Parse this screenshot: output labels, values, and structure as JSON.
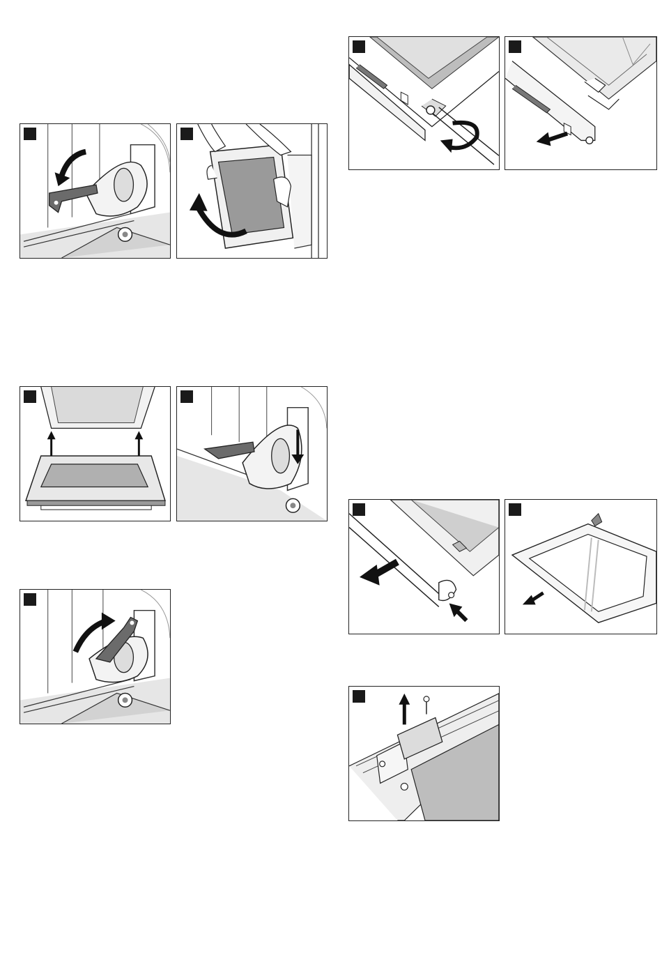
{
  "figures": [
    {
      "id": "hinge-lever-down",
      "icon": "hinge-lever-open-icon"
    },
    {
      "id": "door-lift-out",
      "icon": "door-removal-icon"
    },
    {
      "id": "glass-insert-up",
      "icon": "door-glass-insert-icon"
    },
    {
      "id": "hinge-lever-lowered",
      "icon": "hinge-lever-fold-icon"
    },
    {
      "id": "hinge-lever-up",
      "icon": "hinge-lever-close-icon"
    },
    {
      "id": "door-screw-rotate",
      "icon": "screw-loosen-icon"
    },
    {
      "id": "door-trim-pull",
      "icon": "trim-removal-icon"
    },
    {
      "id": "door-cover-remove",
      "icon": "cover-removal-icon"
    },
    {
      "id": "door-pane-remove",
      "icon": "pane-removal-icon"
    },
    {
      "id": "clip-screw-remove",
      "icon": "clip-removal-icon"
    }
  ]
}
